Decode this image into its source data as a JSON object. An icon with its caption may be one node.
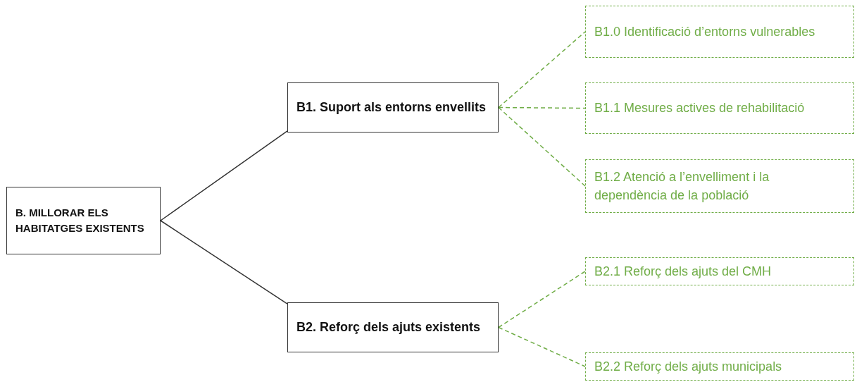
{
  "diagram": {
    "nodes": [
      {
        "text": [
          "B. MILLORAR ELS HABITATGES EXISTENTS"
        ]
      },
      {
        "text": [
          "B1. Suport als entorns envellits"
        ]
      },
      {
        "text": [
          "B2. Reforç dels ajuts existents"
        ]
      },
      {
        "text": [
          "B1.0 Identificació d’entorns vulnerables"
        ]
      },
      {
        "text": [
          "B1.1 Mesures actives de rehabilitació"
        ]
      },
      {
        "text": [
          "B1.2 Atenció a l’envelliment i la dependència de la població"
        ]
      },
      {
        "text": [
          "B2.1 Reforç dels ajuts del CMH"
        ]
      },
      {
        "text": [
          "B2.2 Reforç dels ajuts municipals"
        ]
      }
    ],
    "edges": [
      {
        "from": 0,
        "to": 1,
        "arrow": "none",
        "color": "#333333"
      },
      {
        "from": 0,
        "to": 2,
        "arrow": "none",
        "color": "#333333"
      },
      {
        "from": 1,
        "to": 3,
        "arrow": "none",
        "style": "dashed"
      },
      {
        "from": 1,
        "to": 4,
        "arrow": "none",
        "style": "dashed"
      },
      {
        "from": 1,
        "to": 5,
        "arrow": "none",
        "style": "dashed"
      },
      {
        "from": 2,
        "to": 6,
        "arrow": "none",
        "style": "dashed"
      },
      {
        "from": 2,
        "to": 7,
        "arrow": "none",
        "style": "dashed"
      }
    ]
  }
}
